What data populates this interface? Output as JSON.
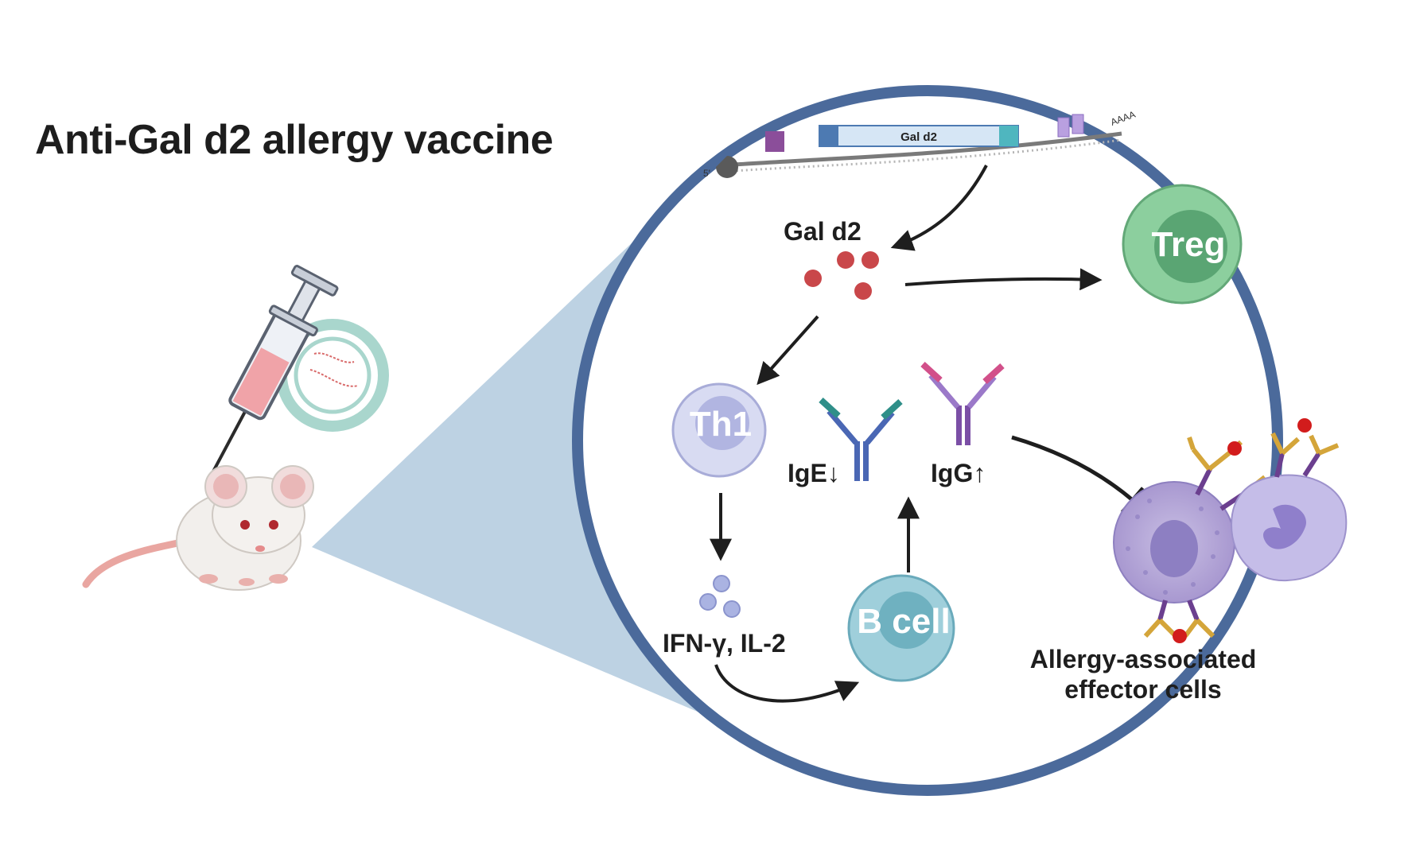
{
  "title": "Anti-Gal d2 allergy vaccine",
  "mrna": {
    "gene_label": "Gal d2",
    "five_prime": "5'",
    "poly_a": "AAAA"
  },
  "labels": {
    "antigen": "Gal d2",
    "treg": "Treg",
    "th1": "Th1",
    "cytokines": "IFN-γ, IL-2",
    "b_cell": "B cell",
    "ige": "IgE↓",
    "igg": "IgG↑",
    "effector_line1": "Allergy-associated",
    "effector_line2": "effector cells"
  },
  "colors": {
    "circle_border": "#4b6a9b",
    "zoom_cone": "#b9d0e2",
    "treg": "#7cc08f",
    "th1": "#c2c6ea",
    "b_cell": "#8fc3cf",
    "antigen": "#c9474a",
    "ige": "#4a67b4",
    "igg": "#7b4fa6",
    "effector": "#a99ad2"
  },
  "icons": [
    "syringe-icon",
    "mouse-icon",
    "mrna-icon",
    "antibody-icon",
    "mast-cell-icon",
    "eosinophil-icon"
  ]
}
